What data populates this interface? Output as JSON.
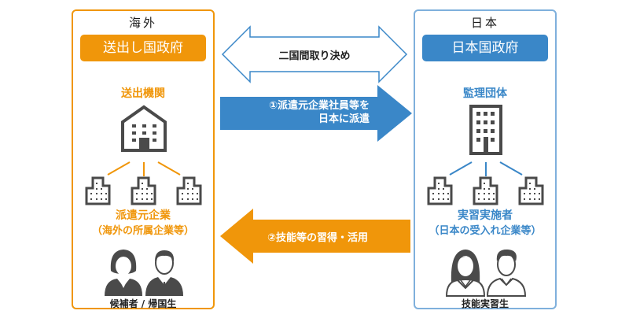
{
  "colors": {
    "japan_blue": "#3a87c8",
    "overseas_orange": "#f0960a",
    "icon_gray": "#4a4a4a"
  },
  "overseas": {
    "country": "海外",
    "government": "送出し国政府",
    "organization": "送出機関",
    "companies_label": "派遣元企業",
    "companies_sublabel": "（海外の所属企業等）",
    "people_label": "候補者 / 帰国生",
    "org_icon": "house-building-icon",
    "company_icon": "office-building-icon",
    "people_icon": "person-silhouettes-icon"
  },
  "japan": {
    "country": "日本",
    "government": "日本国政府",
    "organization": "監理団体",
    "companies_label": "実習実施者",
    "companies_sublabel": "（日本の受入れ企業等）",
    "people_label": "技能実習生",
    "org_icon": "tower-building-icon",
    "company_icon": "office-building-icon",
    "people_icon": "person-silhouettes-icon"
  },
  "arrows": {
    "bilateral": {
      "label": "二国間取り決め",
      "direction": "both"
    },
    "dispatch": {
      "line1": "①派遣元企業社員等を",
      "line2": "日本に派遣",
      "direction": "right"
    },
    "utilize": {
      "label": "②技能等の習得・活用",
      "direction": "left"
    }
  }
}
